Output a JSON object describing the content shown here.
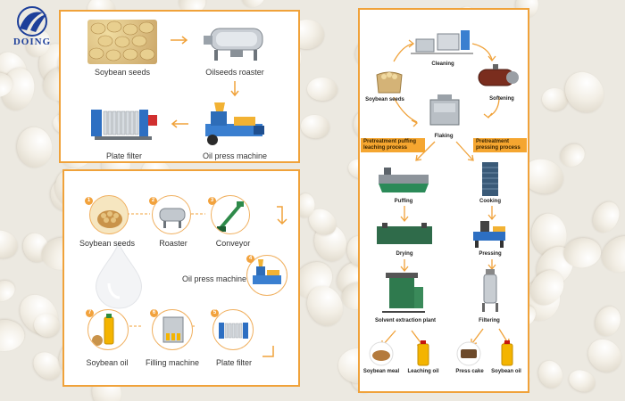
{
  "brand": {
    "name": "DOING"
  },
  "top_left": {
    "items": [
      {
        "label": "Soybean seeds"
      },
      {
        "label": "Oilseeds roaster"
      },
      {
        "label": "Oil press machine"
      },
      {
        "label": "Plate filter"
      }
    ]
  },
  "bottom_left": {
    "steps": [
      {
        "num": "1",
        "label": "Soybean seeds"
      },
      {
        "num": "2",
        "label": "Roaster"
      },
      {
        "num": "3",
        "label": "Conveyor"
      },
      {
        "num": "4",
        "label": "Oil press machine"
      },
      {
        "num": "5",
        "label": "Plate filter"
      },
      {
        "num": "6",
        "label": "Filling machine"
      },
      {
        "num": "7",
        "label": "Soybean oil"
      }
    ]
  },
  "right": {
    "labels": {
      "cleaning": "Cleaning",
      "soybean_seeds": "Soybean seeds",
      "softening": "Softening",
      "flaking": "Flaking",
      "branch_left": "Pretreatment puffing leaching process",
      "branch_right": "Pretreatment pressing process",
      "puffing": "Puffing",
      "cooking": "Cooking",
      "drying": "Drying",
      "pressing": "Pressing",
      "solvent": "Solvent extraction plant",
      "filtering": "Filtering",
      "soybean_meal": "Soybean meal",
      "leaching_oil": "Leaching oil",
      "press_cake": "Press cake",
      "soybean_oil": "Soybean oil"
    }
  },
  "colors": {
    "accent": "#f0a23a",
    "brand": "#1d3f9a",
    "oil": "#f4b400"
  }
}
